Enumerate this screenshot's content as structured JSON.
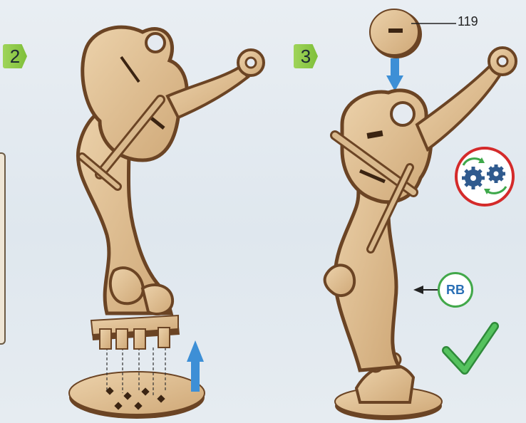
{
  "steps": [
    {
      "number": "2"
    },
    {
      "number": "3"
    }
  ],
  "callout": {
    "part_number": "119"
  },
  "rb": {
    "label": "RB"
  },
  "icons": {
    "gears_icon": "gears-rotate-icon",
    "check_icon": "green-check-icon",
    "arrow_icon": "direction-arrow-icon"
  },
  "colors": {
    "wood": "#d9b98d",
    "wood_dark": "#6b4424",
    "step_badge": "#8cc84b",
    "arrow_blue": "#3d8fd6",
    "check_green": "#3ea84a",
    "gear_ring": "#d42a2a",
    "gear_blue": "#2f5a8e"
  }
}
